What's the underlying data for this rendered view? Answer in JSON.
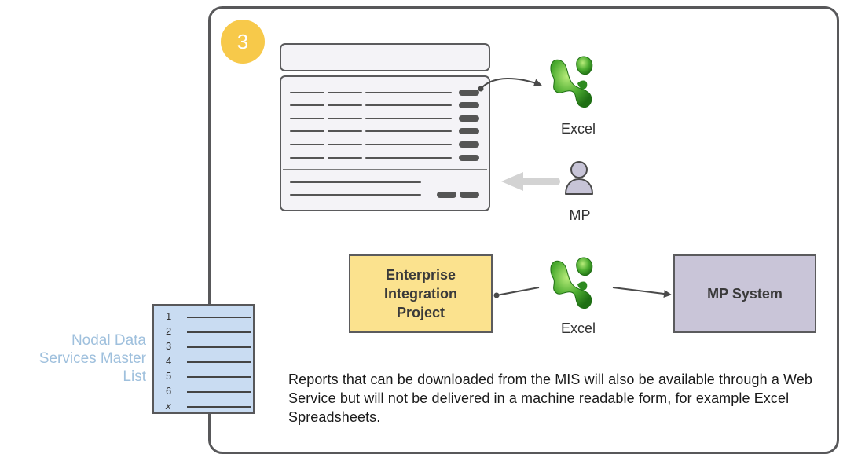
{
  "step_number": "3",
  "top_section": {
    "excel_label": "Excel",
    "mp_label": "MP"
  },
  "middle_section": {
    "eip_lines": [
      "Enterprise",
      "Integration",
      "Project"
    ],
    "excel_label": "Excel",
    "mp_system_label": "MP System"
  },
  "nodal_list": {
    "label_lines": [
      "Nodal Data",
      "Services Master",
      "List"
    ],
    "numbers": [
      "1",
      "2",
      "3",
      "4",
      "5",
      "6",
      "x"
    ]
  },
  "description": "Reports that can be downloaded from the MIS will also be available through a Web Service but will not be delivered in a machine readable form, for example Excel Spreadsheets.",
  "icons": {
    "excel": "excel-icon",
    "user": "user-icon"
  },
  "colors": {
    "badge": "#f7c94a",
    "eip_fill": "#fbe28e",
    "mp_system_fill": "#c9c5d8",
    "list_fill": "#c9dcf2",
    "excel_green": "#3a9a2a"
  }
}
